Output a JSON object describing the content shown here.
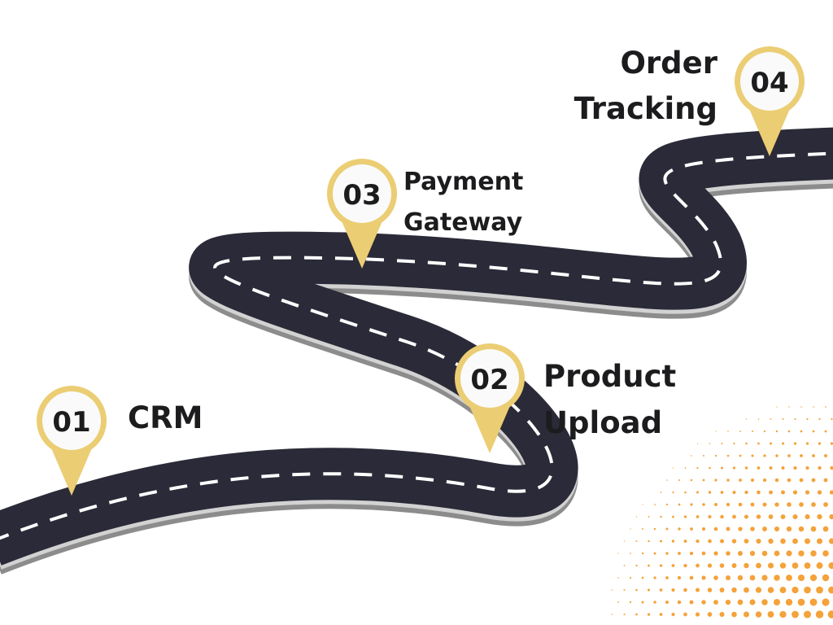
{
  "milestones": [
    {
      "number": "01",
      "lines": [
        "CRM"
      ]
    },
    {
      "number": "02",
      "lines": [
        "Product",
        "Upload"
      ]
    },
    {
      "number": "03",
      "lines": [
        "Payment",
        "Gateway"
      ]
    },
    {
      "number": "04",
      "lines": [
        "Order",
        "Tracking"
      ]
    }
  ],
  "colors": {
    "road": "#2b2a38",
    "road_edge": "#8c8c8c",
    "road_side": "#d2d2d2",
    "lane_marking": "#ffffff",
    "pin_fill": "#ebcd74",
    "pin_inner": "#fafafa",
    "dots": "#f4a23a"
  }
}
